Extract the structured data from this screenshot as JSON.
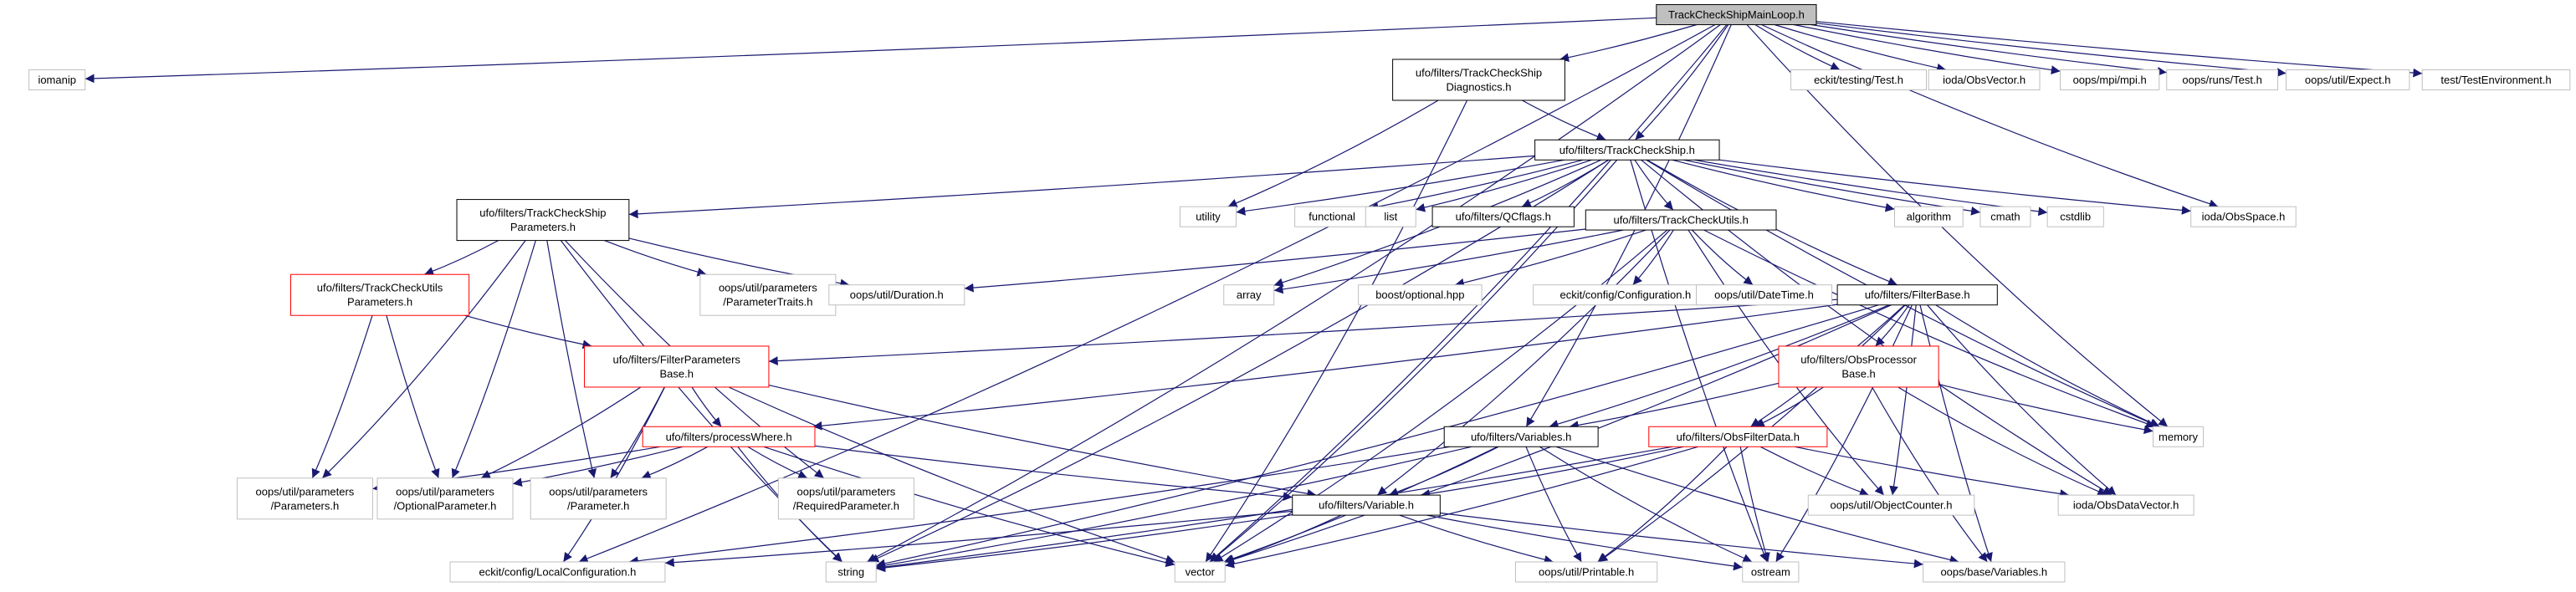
{
  "diagram": {
    "root": "TrackCheckShipMainLoop.h",
    "colors": {
      "edge": "#191970",
      "root_fill": "#bfbfbf",
      "root_border": "#000000",
      "documented_border": "#000000",
      "truncated_border": "#ff0000",
      "system_border": "#bfbfbf",
      "node_fill": "#ffffff"
    },
    "nodes": [
      {
        "id": "main",
        "lines": [
          "TrackCheckShipMainLoop.h"
        ],
        "kind": "root"
      },
      {
        "id": "iomanip",
        "lines": [
          "iomanip"
        ],
        "kind": "system"
      },
      {
        "id": "diag",
        "lines": [
          "ufo/filters/TrackCheckShip",
          "Diagnostics.h"
        ],
        "kind": "documented"
      },
      {
        "id": "ectest",
        "lines": [
          "eckit/testing/Test.h"
        ],
        "kind": "system"
      },
      {
        "id": "obsvec",
        "lines": [
          "ioda/ObsVector.h"
        ],
        "kind": "system"
      },
      {
        "id": "mpi",
        "lines": [
          "oops/mpi/mpi.h"
        ],
        "kind": "system"
      },
      {
        "id": "runs",
        "lines": [
          "oops/runs/Test.h"
        ],
        "kind": "system"
      },
      {
        "id": "expect",
        "lines": [
          "oops/util/Expect.h"
        ],
        "kind": "system"
      },
      {
        "id": "testenv",
        "lines": [
          "test/TestEnvironment.h"
        ],
        "kind": "system"
      },
      {
        "id": "tcs",
        "lines": [
          "ufo/filters/TrackCheckShip.h"
        ],
        "kind": "documented"
      },
      {
        "id": "tcsp",
        "lines": [
          "ufo/filters/TrackCheckShip",
          "Parameters.h"
        ],
        "kind": "documented"
      },
      {
        "id": "utility",
        "lines": [
          "utility"
        ],
        "kind": "system"
      },
      {
        "id": "functional",
        "lines": [
          "functional"
        ],
        "kind": "system"
      },
      {
        "id": "list",
        "lines": [
          "list"
        ],
        "kind": "system"
      },
      {
        "id": "qcflags",
        "lines": [
          "ufo/filters/QCflags.h"
        ],
        "kind": "documented"
      },
      {
        "id": "tcu",
        "lines": [
          "ufo/filters/TrackCheckUtils.h"
        ],
        "kind": "documented"
      },
      {
        "id": "algorithm",
        "lines": [
          "algorithm"
        ],
        "kind": "system"
      },
      {
        "id": "cmath",
        "lines": [
          "cmath"
        ],
        "kind": "system"
      },
      {
        "id": "cstdlib",
        "lines": [
          "cstdlib"
        ],
        "kind": "system"
      },
      {
        "id": "obsspace",
        "lines": [
          "ioda/ObsSpace.h"
        ],
        "kind": "system"
      },
      {
        "id": "tcup",
        "lines": [
          "ufo/filters/TrackCheckUtils",
          "Parameters.h"
        ],
        "kind": "truncated"
      },
      {
        "id": "ptraits",
        "lines": [
          "oops/util/parameters",
          "/ParameterTraits.h"
        ],
        "kind": "system"
      },
      {
        "id": "duration",
        "lines": [
          "oops/util/Duration.h"
        ],
        "kind": "system"
      },
      {
        "id": "array",
        "lines": [
          "array"
        ],
        "kind": "system"
      },
      {
        "id": "boostopt",
        "lines": [
          "boost/optional.hpp"
        ],
        "kind": "system"
      },
      {
        "id": "ecconf",
        "lines": [
          "eckit/config/Configuration.h"
        ],
        "kind": "system"
      },
      {
        "id": "datetime",
        "lines": [
          "oops/util/DateTime.h"
        ],
        "kind": "system"
      },
      {
        "id": "filterbase",
        "lines": [
          "ufo/filters/FilterBase.h"
        ],
        "kind": "documented"
      },
      {
        "id": "fpb",
        "lines": [
          "ufo/filters/FilterParameters",
          "Base.h"
        ],
        "kind": "truncated"
      },
      {
        "id": "opb",
        "lines": [
          "ufo/filters/ObsProcessor",
          "Base.h"
        ],
        "kind": "truncated"
      },
      {
        "id": "memory",
        "lines": [
          "memory"
        ],
        "kind": "system"
      },
      {
        "id": "pwhere",
        "lines": [
          "ufo/filters/processWhere.h"
        ],
        "kind": "truncated"
      },
      {
        "id": "variables",
        "lines": [
          "ufo/filters/Variables.h"
        ],
        "kind": "documented"
      },
      {
        "id": "ofd",
        "lines": [
          "ufo/filters/ObsFilterData.h"
        ],
        "kind": "truncated"
      },
      {
        "id": "params",
        "lines": [
          "oops/util/parameters",
          "/Parameters.h"
        ],
        "kind": "system"
      },
      {
        "id": "optparam",
        "lines": [
          "oops/util/parameters",
          "/OptionalParameter.h"
        ],
        "kind": "system"
      },
      {
        "id": "param",
        "lines": [
          "oops/util/parameters",
          "/Parameter.h"
        ],
        "kind": "system"
      },
      {
        "id": "reqparam",
        "lines": [
          "oops/util/parameters",
          "/RequiredParameter.h"
        ],
        "kind": "system"
      },
      {
        "id": "variable",
        "lines": [
          "ufo/filters/Variable.h"
        ],
        "kind": "documented"
      },
      {
        "id": "objcounter",
        "lines": [
          "oops/util/ObjectCounter.h"
        ],
        "kind": "system"
      },
      {
        "id": "odv",
        "lines": [
          "ioda/ObsDataVector.h"
        ],
        "kind": "system"
      },
      {
        "id": "ostream",
        "lines": [
          "ostream"
        ],
        "kind": "system"
      },
      {
        "id": "localconf",
        "lines": [
          "eckit/config/LocalConfiguration.h"
        ],
        "kind": "system"
      },
      {
        "id": "string",
        "lines": [
          "string"
        ],
        "kind": "system"
      },
      {
        "id": "vector",
        "lines": [
          "vector"
        ],
        "kind": "system"
      },
      {
        "id": "printable",
        "lines": [
          "oops/util/Printable.h"
        ],
        "kind": "system"
      },
      {
        "id": "basevars",
        "lines": [
          "oops/base/Variables.h"
        ],
        "kind": "system"
      }
    ],
    "edges": [
      [
        "main",
        "iomanip"
      ],
      [
        "main",
        "diag"
      ],
      [
        "main",
        "ectest"
      ],
      [
        "main",
        "obsvec"
      ],
      [
        "main",
        "mpi"
      ],
      [
        "main",
        "runs"
      ],
      [
        "main",
        "expect"
      ],
      [
        "main",
        "testenv"
      ],
      [
        "main",
        "tcs"
      ],
      [
        "main",
        "obsspace"
      ],
      [
        "main",
        "memory"
      ],
      [
        "main",
        "variables"
      ],
      [
        "main",
        "vector"
      ],
      [
        "main",
        "string"
      ],
      [
        "main",
        "localconf"
      ],
      [
        "diag",
        "tcs"
      ],
      [
        "diag",
        "utility"
      ],
      [
        "diag",
        "vector"
      ],
      [
        "tcs",
        "tcsp"
      ],
      [
        "tcs",
        "utility"
      ],
      [
        "tcs",
        "functional"
      ],
      [
        "tcs",
        "list"
      ],
      [
        "tcs",
        "qcflags"
      ],
      [
        "tcs",
        "tcu"
      ],
      [
        "tcs",
        "algorithm"
      ],
      [
        "tcs",
        "cmath"
      ],
      [
        "tcs",
        "cstdlib"
      ],
      [
        "tcs",
        "obsspace"
      ],
      [
        "tcs",
        "filterbase"
      ],
      [
        "tcs",
        "array"
      ],
      [
        "tcs",
        "memory"
      ],
      [
        "tcs",
        "vector"
      ],
      [
        "tcs",
        "string"
      ],
      [
        "tcs",
        "odv"
      ],
      [
        "tcs",
        "ostream"
      ],
      [
        "tcsp",
        "tcup"
      ],
      [
        "tcsp",
        "ptraits"
      ],
      [
        "tcsp",
        "duration"
      ],
      [
        "tcsp",
        "params"
      ],
      [
        "tcsp",
        "optparam"
      ],
      [
        "tcsp",
        "param"
      ],
      [
        "tcsp",
        "reqparam"
      ],
      [
        "tcsp",
        "string"
      ],
      [
        "tcup",
        "fpb"
      ],
      [
        "tcup",
        "params"
      ],
      [
        "tcup",
        "optparam"
      ],
      [
        "tcu",
        "array"
      ],
      [
        "tcu",
        "boostopt"
      ],
      [
        "tcu",
        "ecconf"
      ],
      [
        "tcu",
        "datetime"
      ],
      [
        "tcu",
        "duration"
      ],
      [
        "tcu",
        "variable"
      ],
      [
        "tcu",
        "vector"
      ],
      [
        "tcu",
        "objcounter"
      ],
      [
        "tcu",
        "memory"
      ],
      [
        "filterbase",
        "fpb"
      ],
      [
        "filterbase",
        "opb"
      ],
      [
        "filterbase",
        "memory"
      ],
      [
        "filterbase",
        "pwhere"
      ],
      [
        "filterbase",
        "variables"
      ],
      [
        "filterbase",
        "ofd"
      ],
      [
        "filterbase",
        "odv"
      ],
      [
        "filterbase",
        "objcounter"
      ],
      [
        "filterbase",
        "printable"
      ],
      [
        "filterbase",
        "vector"
      ],
      [
        "filterbase",
        "string"
      ],
      [
        "filterbase",
        "ostream"
      ],
      [
        "filterbase",
        "basevars"
      ],
      [
        "fpb",
        "pwhere"
      ],
      [
        "fpb",
        "optparam"
      ],
      [
        "fpb",
        "param"
      ],
      [
        "fpb",
        "variable"
      ],
      [
        "fpb",
        "localconf"
      ],
      [
        "fpb",
        "vector"
      ],
      [
        "opb",
        "variables"
      ],
      [
        "opb",
        "ofd"
      ],
      [
        "opb",
        "memory"
      ],
      [
        "opb",
        "odv"
      ],
      [
        "opb",
        "basevars"
      ],
      [
        "pwhere",
        "params"
      ],
      [
        "pwhere",
        "optparam"
      ],
      [
        "pwhere",
        "param"
      ],
      [
        "pwhere",
        "reqparam"
      ],
      [
        "pwhere",
        "variable"
      ],
      [
        "pwhere",
        "string"
      ],
      [
        "pwhere",
        "vector"
      ],
      [
        "variables",
        "variable"
      ],
      [
        "variables",
        "localconf"
      ],
      [
        "variables",
        "string"
      ],
      [
        "variables",
        "vector"
      ],
      [
        "variables",
        "printable"
      ],
      [
        "variables",
        "ostream"
      ],
      [
        "variables",
        "basevars"
      ],
      [
        "ofd",
        "variable"
      ],
      [
        "ofd",
        "objcounter"
      ],
      [
        "ofd",
        "odv"
      ],
      [
        "ofd",
        "printable"
      ],
      [
        "ofd",
        "ostream"
      ],
      [
        "ofd",
        "string"
      ],
      [
        "ofd",
        "vector"
      ],
      [
        "variable",
        "localconf"
      ],
      [
        "variable",
        "string"
      ],
      [
        "variable",
        "vector"
      ],
      [
        "variable",
        "printable"
      ],
      [
        "variable",
        "ostream"
      ],
      [
        "variable",
        "basevars"
      ]
    ]
  }
}
